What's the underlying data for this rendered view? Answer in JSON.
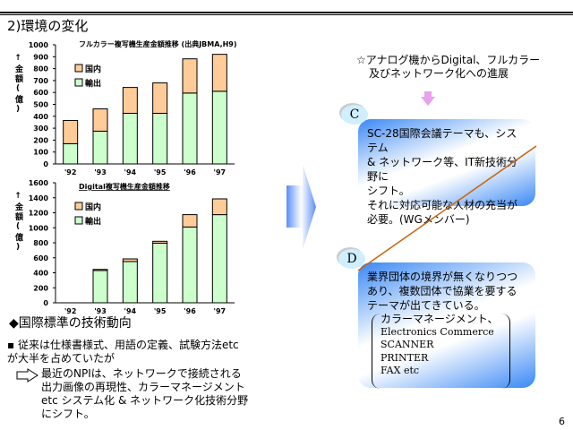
{
  "title": "2)環境の変化",
  "page_number": "6",
  "chart_data": [
    {
      "type": "bar",
      "stacked": true,
      "title": "フルカラー複写機生産金額推移",
      "source": "(出典JBMA,H9)",
      "ylabel": "↑金額(億)",
      "ylim": [
        0,
        1000
      ],
      "yticks": [
        0,
        100,
        200,
        300,
        400,
        500,
        600,
        700,
        800,
        900,
        1000
      ],
      "categories": [
        "'92",
        "'93",
        "'94",
        "'95",
        "'96",
        "'97"
      ],
      "series": [
        {
          "name": "輸出",
          "color": "#ccffcc",
          "values": [
            170,
            275,
            425,
            425,
            595,
            610
          ]
        },
        {
          "name": "国内",
          "color": "#ffcc99",
          "values": [
            195,
            187,
            217,
            255,
            287,
            310
          ]
        }
      ]
    },
    {
      "type": "bar",
      "stacked": true,
      "title": "Digital複写機生産金額推移",
      "ylabel": "↑金額(億)",
      "ylim": [
        0,
        1600
      ],
      "yticks": [
        0,
        200,
        400,
        600,
        800,
        1000,
        1200,
        1400,
        1600
      ],
      "categories": [
        "'92",
        "'93",
        "'94",
        "'95",
        "'96",
        "'97"
      ],
      "series": [
        {
          "name": "輸出",
          "color": "#ccffcc",
          "values": [
            0,
            430,
            550,
            795,
            1010,
            1175
          ]
        },
        {
          "name": "国内",
          "color": "#ffcc99",
          "values": [
            0,
            15,
            35,
            25,
            165,
            210
          ]
        }
      ]
    }
  ],
  "ylabel_parts": [
    "↑",
    "金",
    "額",
    "(億)"
  ],
  "section": {
    "heading": "◆国際標準の技術動向",
    "bullet": "従来は仕様書様式、用語の定義、試験方法etcが大半を占めていたが",
    "shift": [
      "最近のNPIは、ネットワークで接続される",
      "出力画像の再現性、カラーマネージメント",
      "etc システム化 & ネットワーク化技術分野",
      "にシフト。"
    ]
  },
  "right": {
    "headline": [
      "☆アナログ機からDigital、フルカラー",
      "及びネットワーク化への進展"
    ],
    "c_label": "C",
    "c_text": [
      "SC-28国際会議テーマも、システム",
      "& ネットワーク等、IT新技術分野に",
      "シフト。",
      "それに対応可能な人材の充当が",
      "必要。(WGメンバー)"
    ],
    "d_label": "D",
    "d_text": [
      "業界団体の境界が無くなりつつ",
      "あり、複数団体で協業を要する",
      "テーマが出てきている。"
    ],
    "d_list": [
      "カラーマネージメント、",
      "Electronics Commerce",
      "SCANNER",
      "PRINTER",
      "FAX etc"
    ]
  }
}
